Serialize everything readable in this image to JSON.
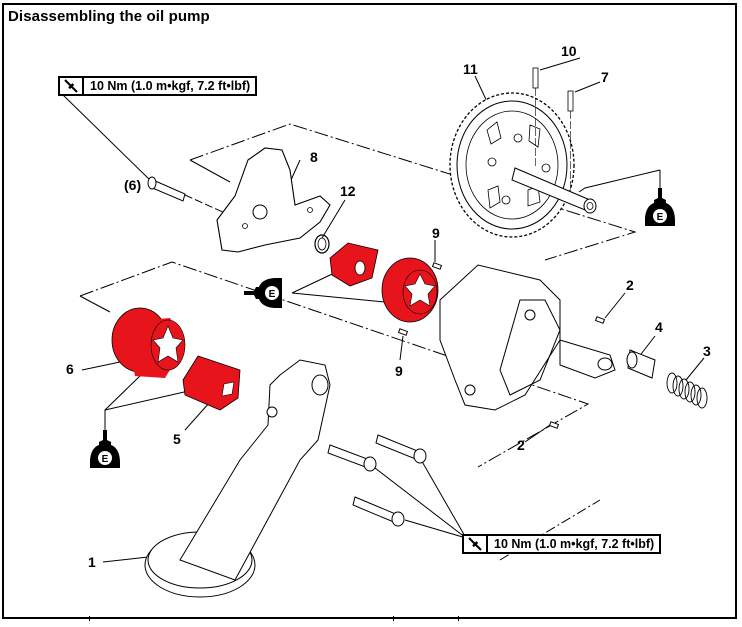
{
  "title": "Disassembling the oil pump",
  "torque_specs": [
    {
      "id": "torque-top",
      "icon": "torque-wrench-icon",
      "text": "10 Nm (1.0 m•kgf, 7.2 ft•lbf)"
    },
    {
      "id": "torque-bottom",
      "icon": "torque-wrench-icon",
      "text": "10 Nm (1.0 m•kgf, 7.2 ft•lbf)"
    }
  ],
  "lubricant_symbol": {
    "letter": "E",
    "meaning": "engine-oil-icon"
  },
  "callouts": [
    {
      "id": "part-1",
      "label": "1",
      "part": "oil strainer"
    },
    {
      "id": "part-2a",
      "label": "2",
      "part": "dowel pin"
    },
    {
      "id": "part-2b",
      "label": "2",
      "part": "dowel pin"
    },
    {
      "id": "part-3",
      "label": "3",
      "part": "spring"
    },
    {
      "id": "part-4",
      "label": "4",
      "part": "relief valve"
    },
    {
      "id": "part-5",
      "label": "5",
      "part": "inner rotor"
    },
    {
      "id": "part-6",
      "label": "6",
      "part": "outer rotor"
    },
    {
      "id": "part-6-bolt",
      "label": "(6)",
      "part": "bolt"
    },
    {
      "id": "part-7",
      "label": "7",
      "part": "pin"
    },
    {
      "id": "part-8",
      "label": "8",
      "part": "oil pump cover"
    },
    {
      "id": "part-9a",
      "label": "9",
      "part": "dowel pin"
    },
    {
      "id": "part-9b",
      "label": "9",
      "part": "dowel pin"
    },
    {
      "id": "part-10",
      "label": "10",
      "part": "pin"
    },
    {
      "id": "part-11",
      "label": "11",
      "part": "oil pump driven gear"
    },
    {
      "id": "part-12",
      "label": "12",
      "part": "O-ring"
    }
  ],
  "highlight_color": "#e8141c"
}
